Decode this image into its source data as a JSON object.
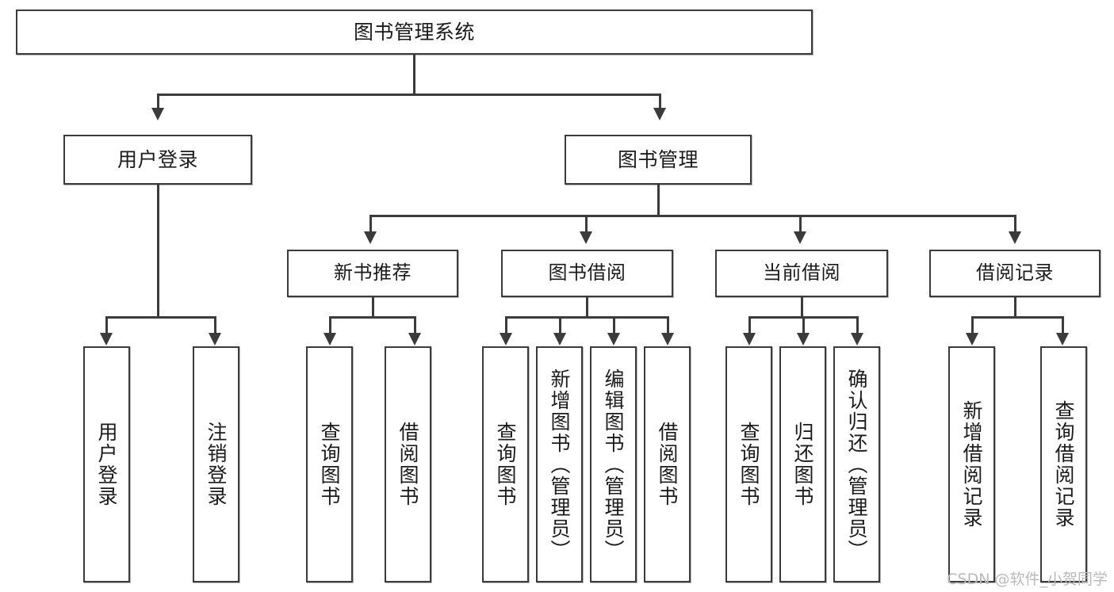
{
  "diagram": {
    "title": "图书管理系统",
    "type": "tree-hierarchy-chart",
    "watermark": "CSDN @软件_小贺同学",
    "colors": {
      "stroke": "#3b3b3b",
      "fill": "#ffffff",
      "text": "#1b1b1b",
      "watermark": "#b9b9b9"
    }
  },
  "nodes": {
    "root": {
      "label": "图书管理系统"
    },
    "level2": [
      {
        "id": "user-login",
        "label": "用户登录"
      },
      {
        "id": "book-manage",
        "label": "图书管理"
      }
    ],
    "level3": [
      {
        "id": "new-book-recommend",
        "label": "新书推荐"
      },
      {
        "id": "book-borrow",
        "label": "图书借阅"
      },
      {
        "id": "current-borrow",
        "label": "当前借阅"
      },
      {
        "id": "borrow-record",
        "label": "借阅记录"
      }
    ],
    "leaves": {
      "user-login": [
        {
          "id": "leaf-user-login",
          "label": "用户登录"
        },
        {
          "id": "leaf-user-logout",
          "label": "注销登录"
        }
      ],
      "new-book-recommend": [
        {
          "id": "leaf-query-book-1",
          "label": "查询图书"
        },
        {
          "id": "leaf-borrow-book-1",
          "label": "借阅图书"
        }
      ],
      "book-borrow": [
        {
          "id": "leaf-query-book-2",
          "label": "查询图书"
        },
        {
          "id": "leaf-add-book",
          "label": "新增图书（管理员）"
        },
        {
          "id": "leaf-edit-book",
          "label": "编辑图书（管理员）"
        },
        {
          "id": "leaf-borrow-book-2",
          "label": "借阅图书"
        }
      ],
      "current-borrow": [
        {
          "id": "leaf-query-book-3",
          "label": "查询图书"
        },
        {
          "id": "leaf-return-book",
          "label": "归还图书"
        },
        {
          "id": "leaf-confirm-return",
          "label": "确认归还（管理员）"
        }
      ],
      "borrow-record": [
        {
          "id": "leaf-add-record",
          "label": "新增借阅记录"
        },
        {
          "id": "leaf-query-record",
          "label": "查询借阅记录"
        }
      ]
    }
  }
}
